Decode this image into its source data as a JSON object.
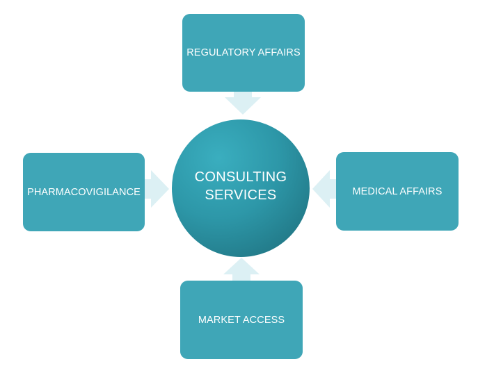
{
  "diagram": {
    "center": {
      "line1": "CONSULTING",
      "line2": "SERVICES"
    },
    "nodes": {
      "top": "REGULATORY AFFAIRS",
      "left": "PHARMACOVIGILANCE",
      "right": "MEDICAL AFFAIRS",
      "bottom": "MARKET ACCESS"
    }
  },
  "colors": {
    "node_fill": "#3fa6b7",
    "hub_fill": "#2a8fa0",
    "arrow_fill": "#dcf0f4",
    "text": "#ffffff"
  }
}
